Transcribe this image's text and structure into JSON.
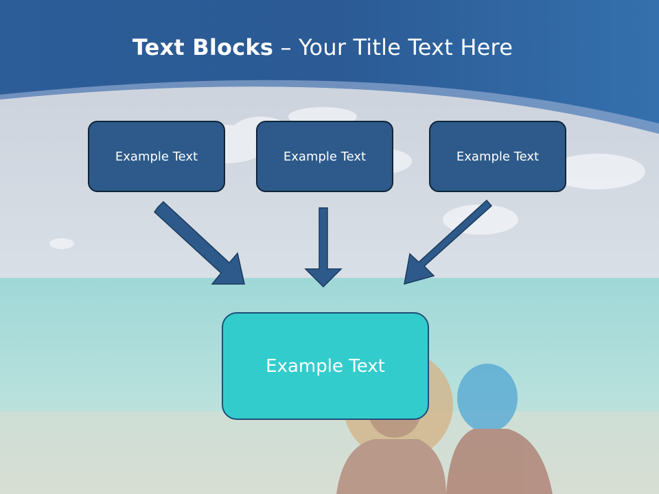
{
  "title": {
    "bold_part": "Text Blocks",
    "separator": " – ",
    "regular_part": "Your Title Text Here"
  },
  "blocks": [
    {
      "label": "Example Text"
    },
    {
      "label": "Example Text"
    },
    {
      "label": "Example Text"
    }
  ],
  "main_block": {
    "label": "Example Text"
  },
  "colors": {
    "header_blue": "#2c5f9b",
    "box_fill": "#2d5a8a",
    "box_border": "#0f2438",
    "main_box_fill": "#33cccc",
    "arrow_fill": "#2d5a8a"
  },
  "icons": [
    "arrow-down-right-icon",
    "arrow-down-icon",
    "arrow-down-left-icon"
  ]
}
